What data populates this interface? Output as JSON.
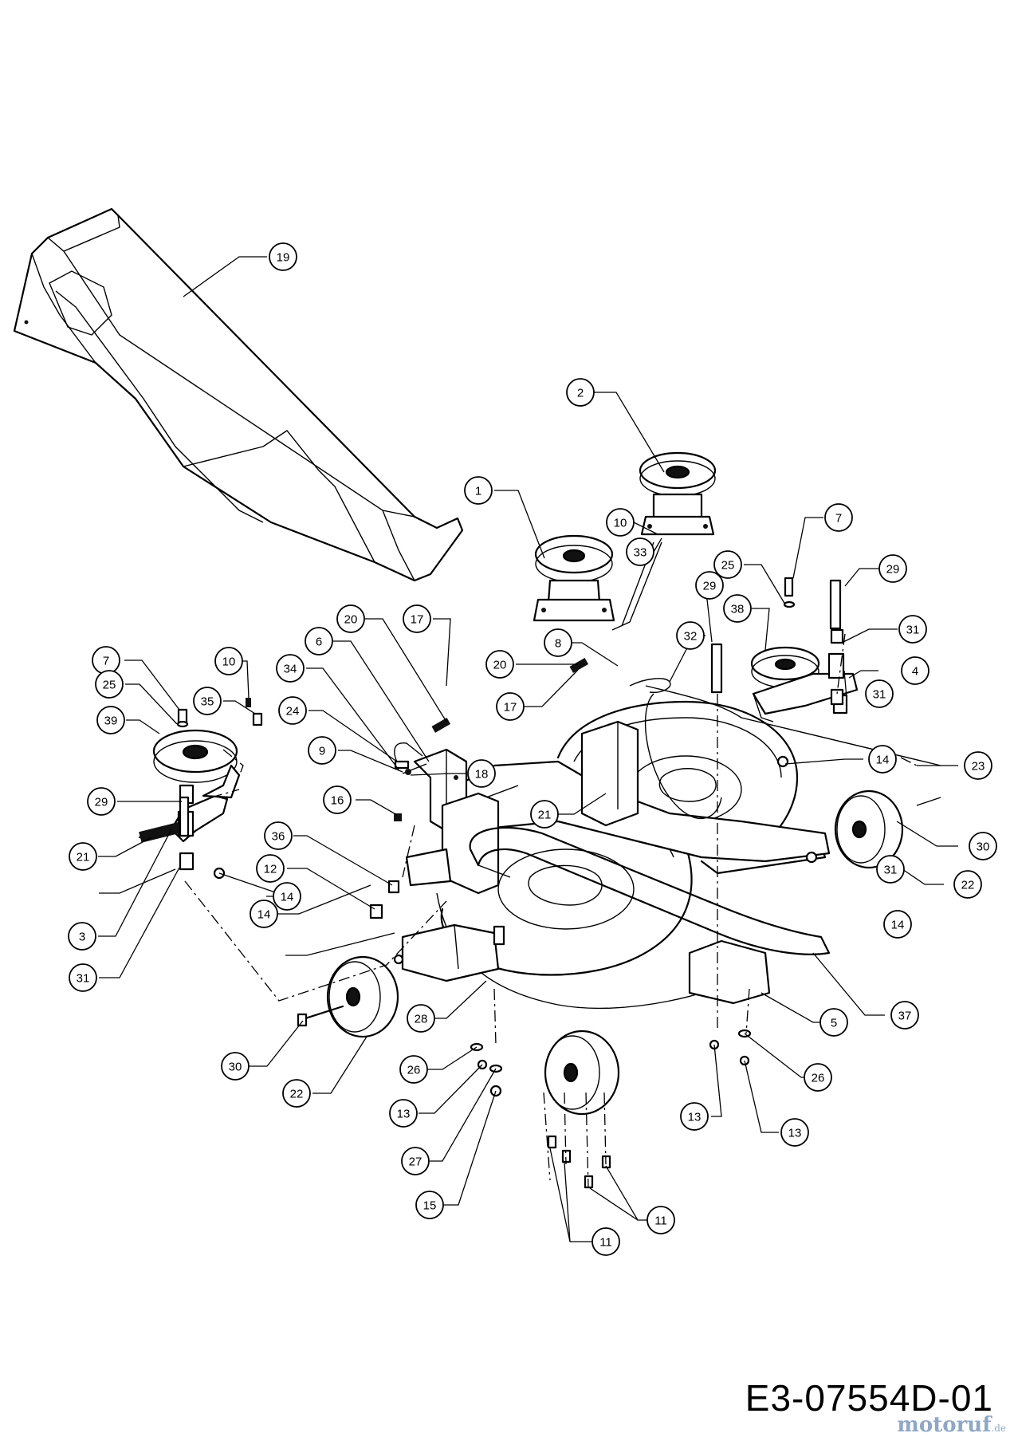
{
  "drawing_number": "E3-07554D-01",
  "watermark": {
    "name": "motoruf",
    "suffix": ".de"
  },
  "callouts": [
    {
      "label": "19"
    },
    {
      "label": "2"
    },
    {
      "label": "1"
    },
    {
      "label": "10"
    },
    {
      "label": "33"
    },
    {
      "label": "7"
    },
    {
      "label": "29"
    },
    {
      "label": "25"
    },
    {
      "label": "29"
    },
    {
      "label": "38"
    },
    {
      "label": "31"
    },
    {
      "label": "32"
    },
    {
      "label": "20"
    },
    {
      "label": "17"
    },
    {
      "label": "6"
    },
    {
      "label": "8"
    },
    {
      "label": "4"
    },
    {
      "label": "34"
    },
    {
      "label": "20"
    },
    {
      "label": "17"
    },
    {
      "label": "31"
    },
    {
      "label": "7"
    },
    {
      "label": "10"
    },
    {
      "label": "25"
    },
    {
      "label": "35"
    },
    {
      "label": "24"
    },
    {
      "label": "39"
    },
    {
      "label": "9"
    },
    {
      "label": "18"
    },
    {
      "label": "14"
    },
    {
      "label": "23"
    },
    {
      "label": "21"
    },
    {
      "label": "16"
    },
    {
      "label": "29"
    },
    {
      "label": "30"
    },
    {
      "label": "36"
    },
    {
      "label": "21"
    },
    {
      "label": "22"
    },
    {
      "label": "12"
    },
    {
      "label": "31"
    },
    {
      "label": "14"
    },
    {
      "label": "14"
    },
    {
      "label": "3"
    },
    {
      "label": "14"
    },
    {
      "label": "31"
    },
    {
      "label": "37"
    },
    {
      "label": "5"
    },
    {
      "label": "28"
    },
    {
      "label": "30"
    },
    {
      "label": "26"
    },
    {
      "label": "26"
    },
    {
      "label": "22"
    },
    {
      "label": "13"
    },
    {
      "label": "13"
    },
    {
      "label": "13"
    },
    {
      "label": "27"
    },
    {
      "label": "15"
    },
    {
      "label": "11"
    },
    {
      "label": "11"
    }
  ]
}
